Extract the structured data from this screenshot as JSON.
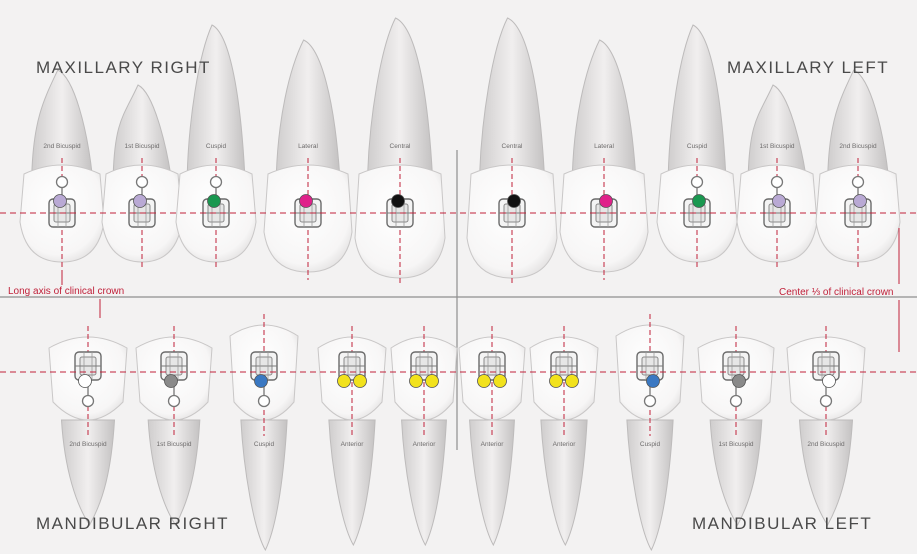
{
  "quadrants": {
    "maxillary_right": "MAXILLARY RIGHT",
    "maxillary_left": "MAXILLARY LEFT",
    "mandibular_right": "MANDIBULAR RIGHT",
    "mandibular_left": "MANDIBULAR LEFT"
  },
  "annotations": {
    "long_axis": "Long axis of clinical crown",
    "center_third": "Center ⅓ of clinical crown"
  },
  "colors": {
    "guide_line": "#c0213a",
    "black": "#111111",
    "pink": "#e0218a",
    "green": "#1a9850",
    "lavender": "#b9a9d4",
    "white": "#ffffff",
    "gray": "#8a8a8a",
    "blue": "#3a78c2",
    "yellow": "#f2e21c"
  },
  "upper_teeth": [
    {
      "label": "2nd Bicuspid",
      "marker": "lavender",
      "hook": true
    },
    {
      "label": "1st Bicuspid",
      "marker": "lavender",
      "hook": true
    },
    {
      "label": "Cuspid",
      "marker": "green",
      "hook": true
    },
    {
      "label": "Lateral",
      "marker": "pink",
      "hook": false
    },
    {
      "label": "Central",
      "marker": "black",
      "hook": false
    },
    {
      "label": "Central",
      "marker": "black",
      "hook": false
    },
    {
      "label": "Lateral",
      "marker": "pink",
      "hook": false
    },
    {
      "label": "Cuspid",
      "marker": "green",
      "hook": true
    },
    {
      "label": "1st Bicuspid",
      "marker": "lavender",
      "hook": true
    },
    {
      "label": "2nd Bicuspid",
      "marker": "lavender",
      "hook": true
    }
  ],
  "lower_teeth": [
    {
      "label": "2nd Bicuspid",
      "marker": "white",
      "hook": true
    },
    {
      "label": "1st Bicuspid",
      "marker": "gray",
      "hook": true
    },
    {
      "label": "Cuspid",
      "marker": "blue",
      "hook": true
    },
    {
      "label": "Anterior",
      "marker": "yellow",
      "hook": false
    },
    {
      "label": "Anterior",
      "marker": "yellow",
      "hook": false
    },
    {
      "label": "Anterior",
      "marker": "yellow",
      "hook": false
    },
    {
      "label": "Anterior",
      "marker": "yellow",
      "hook": false
    },
    {
      "label": "Cuspid",
      "marker": "blue",
      "hook": true
    },
    {
      "label": "1st Bicuspid",
      "marker": "gray",
      "hook": true
    },
    {
      "label": "2nd Bicuspid",
      "marker": "white",
      "hook": true
    }
  ]
}
